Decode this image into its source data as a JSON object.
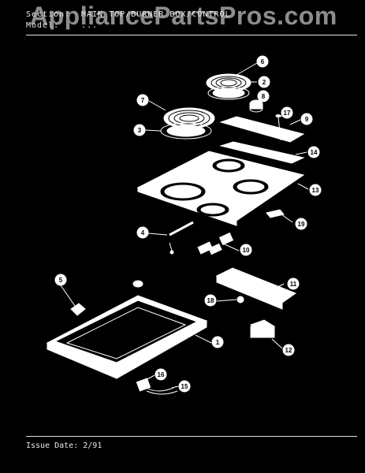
{
  "header": {
    "section_label": "Section:",
    "section_value": "MAIN TOP/BURNER BOX/CONTROL",
    "model_label": "Model:",
    "model_value": "..."
  },
  "watermark": "AppliancePartsPros.com",
  "footer": {
    "issue_label": "Issue Date:",
    "issue_value": "2/91"
  },
  "callouts": [
    "1",
    "2",
    "3",
    "4",
    "5",
    "6",
    "7",
    "8",
    "9",
    "10",
    "11",
    "12",
    "13",
    "14",
    "15",
    "16",
    "17",
    "18",
    "19"
  ],
  "colors": {
    "background": "#000000",
    "ink": "#ffffff"
  }
}
